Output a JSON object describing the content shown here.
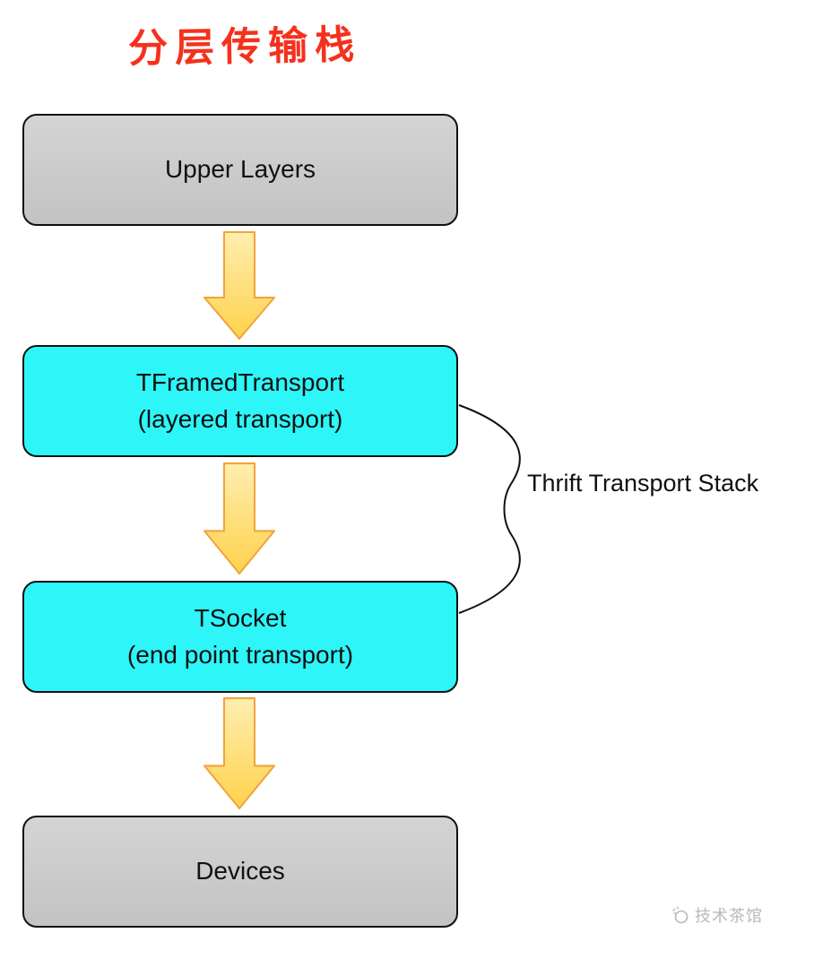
{
  "title": "分层传输栈",
  "boxes": [
    {
      "label": "Upper Layers",
      "sublabel": "",
      "type": "gray"
    },
    {
      "label": "TFramedTransport",
      "sublabel": "(layered transport)",
      "type": "cyan"
    },
    {
      "label": "TSocket",
      "sublabel": "(end point transport)",
      "type": "cyan"
    },
    {
      "label": "Devices",
      "sublabel": "",
      "type": "gray"
    }
  ],
  "annotation": {
    "label": "Thrift Transport Stack"
  },
  "watermark": {
    "text": "技术茶馆"
  },
  "colors": {
    "title_red": "#f5311d",
    "gray_box": "#c9c9c9",
    "cyan_box": "#2ef5f8",
    "arrow_fill": "#ffd966",
    "arrow_stroke": "#f2a33c",
    "outline": "#111111"
  }
}
